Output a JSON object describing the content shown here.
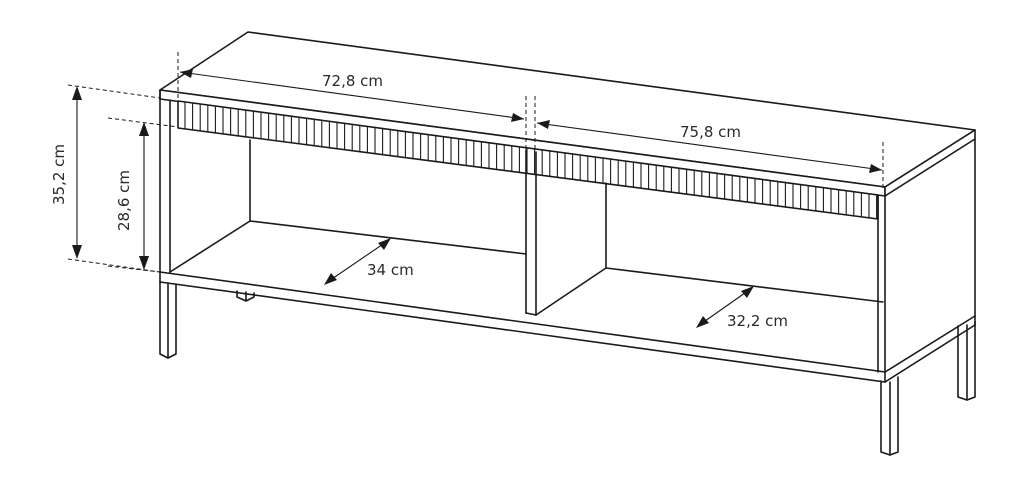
{
  "diagram": {
    "subject": "TV stand / low cabinet with fluted front rail, two open compartments, four legs",
    "colors": {
      "line": "#1a1a1a",
      "text": "#2a2a2a",
      "background": "#ffffff"
    },
    "dimensions": {
      "left_width": "72,8 cm",
      "right_width": "75,8 cm",
      "total_inner_height": "35,2 cm",
      "opening_height": "28,6 cm",
      "left_depth": "34 cm",
      "right_depth": "32,2 cm"
    }
  }
}
